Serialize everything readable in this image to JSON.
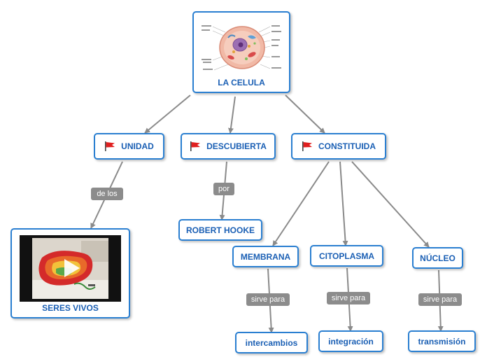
{
  "colors": {
    "node_border": "#2a7fd1",
    "node_text": "#1a5fb4",
    "link": "#8a8a8a",
    "pill_bg": "#8c8c8c",
    "flag": "#e02020"
  },
  "nodes": {
    "la_celula": "LA CELULA",
    "unidad": "UNIDAD",
    "descubierta": "DESCUBIERTA",
    "constituida": "CONSTITUIDA",
    "seres_vivos": "SERES VIVOS",
    "robert_hooke": "ROBERT HOOKE",
    "membrana": "MEMBRANA",
    "citoplasma": "CITOPLASMA",
    "nucleo": "NÚCLEO",
    "intercambios": "intercambios",
    "integracion": "integración",
    "transmision": "transmisión"
  },
  "link_labels": {
    "de_los": "de los",
    "por": "por",
    "sirve_para_1": "sirve para",
    "sirve_para_2": "sirve para",
    "sirve_para_3": "sirve para"
  },
  "icons": {
    "flag": "flag-icon",
    "cell": "cell-diagram-icon",
    "video": "play-icon"
  }
}
